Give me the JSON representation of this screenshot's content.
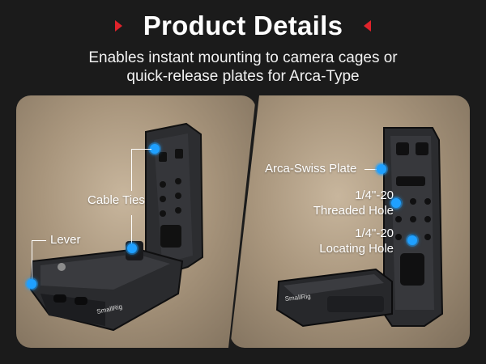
{
  "header": {
    "title": "Product Details",
    "subtitle_line1": "Enables instant mounting to camera cages or",
    "subtitle_line2": "quick-release plates for Arca-Type"
  },
  "left_panel": {
    "callouts": {
      "cable_ties": "Cable Ties",
      "lever": "Lever"
    },
    "brand_logo": "SmallRig"
  },
  "right_panel": {
    "callouts": {
      "arca_plate": "Arca-Swiss Plate",
      "threaded_line1": "1/4\"-20",
      "threaded_line2": "Threaded Hole",
      "locating_line1": "1/4\"-20",
      "locating_line2": "Locating Hole"
    },
    "brand_logo": "SmallRig"
  },
  "colors": {
    "accent_red": "#e0232b",
    "marker_blue": "#1fa0ff",
    "background": "#1b1b1b"
  }
}
